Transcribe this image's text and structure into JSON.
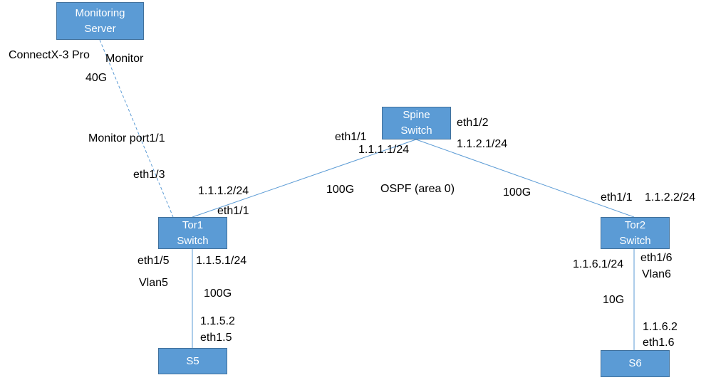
{
  "nodes": {
    "monitoring_server": "Monitoring\nServer",
    "spine_switch": "Spine\nSwitch",
    "tor1_switch": "Tor1\nSwitch",
    "tor2_switch": "Tor2\nSwitch",
    "s5": "S5",
    "s6": "S6"
  },
  "labels": {
    "connectx": "ConnectX-3 Pro",
    "monitor": "Monitor",
    "speed_40g": "40G",
    "monitor_port": "Monitor port1/1",
    "tor1_eth1_3": "eth1/3",
    "tor1_uplink_ip": "1.1.1.2/24",
    "tor1_eth1_1": "eth1/1",
    "spine_tor1_speed": "100G",
    "ospf": "OSPF (area 0)",
    "spine_eth1_1": "eth1/1",
    "spine_ip_1": "1.1.1.1/24",
    "spine_eth1_2": "eth1/2",
    "spine_ip_2": "1.1.2.1/24",
    "spine_tor2_speed": "100G",
    "tor2_eth1_1": "eth1/1",
    "tor2_uplink_ip": "1.1.2.2/24",
    "tor1_eth1_5": "eth1/5",
    "vlan5": "Vlan5",
    "tor1_vlan_ip": "1.1.5.1/24",
    "s5_speed": "100G",
    "s5_ip": "1.1.5.2",
    "s5_iface": "eth1.5",
    "tor2_eth1_6": "eth1/6",
    "vlan6": "Vlan6",
    "tor2_vlan_ip": "1.1.6.1/24",
    "s6_speed": "10G",
    "s6_ip": "1.1.6.2",
    "s6_iface": "eth1.6"
  },
  "colors": {
    "node_fill": "#5b9bd5",
    "node_border": "#41719c",
    "link": "#5b9bd5",
    "text": "#000000"
  }
}
